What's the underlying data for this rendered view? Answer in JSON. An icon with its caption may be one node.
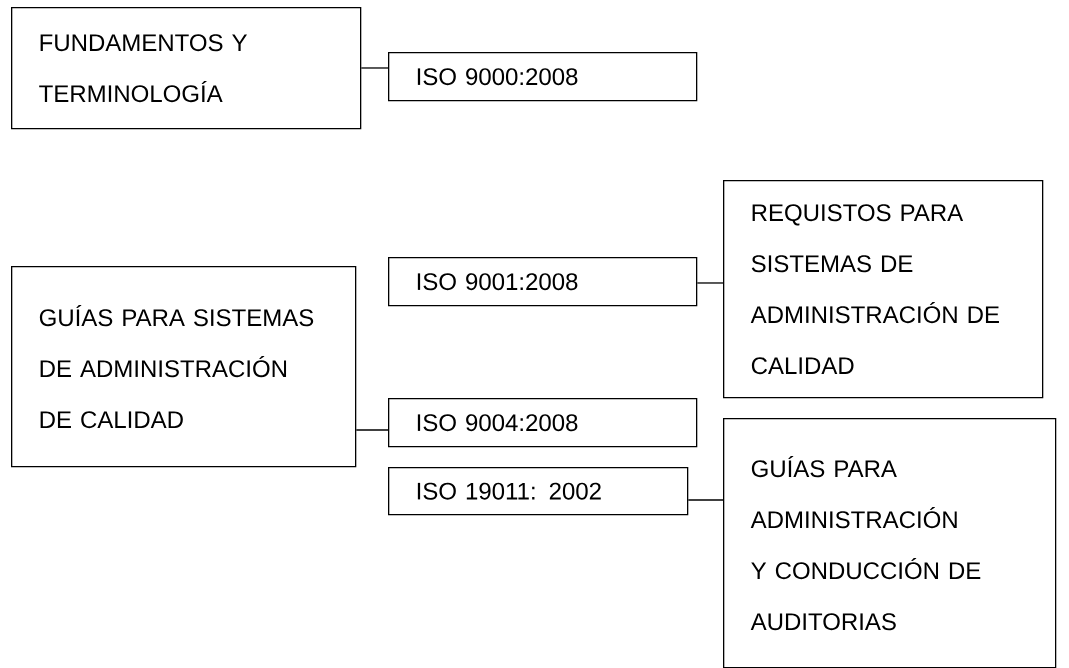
{
  "diagram": {
    "nodes": [
      {
        "text": [
          "FUNDAMENTOS Y TERMINOLOGÍA"
        ]
      },
      {
        "text": [
          "ISO 9000:2008"
        ]
      },
      {
        "text": [
          "GUÍAS PARA SISTEMAS DE ADMINISTRACIÓN DE CALIDAD"
        ]
      },
      {
        "text": [
          "ISO 9001:2008"
        ]
      },
      {
        "text": [
          "REQUISTOS PARA SISTEMAS DE ADMINISTRACIÓN DE CALIDAD"
        ]
      },
      {
        "text": [
          "ISO 9004:2008"
        ]
      },
      {
        "text": [
          "GUÍAS PARA ADMINISTRACIÓN Y CONDUCCIÓN DE AUDITORIAS"
        ]
      },
      {
        "text": [
          "ISO 19011: 2002"
        ]
      }
    ],
    "edges": [
      {
        "from": 0,
        "to": 1,
        "arrow": "none"
      },
      {
        "from": 3,
        "to": 4,
        "arrow": "none"
      },
      {
        "from": 2,
        "to": 5,
        "arrow": "none"
      },
      {
        "from": 7,
        "to": 6,
        "arrow": "none"
      }
    ]
  }
}
